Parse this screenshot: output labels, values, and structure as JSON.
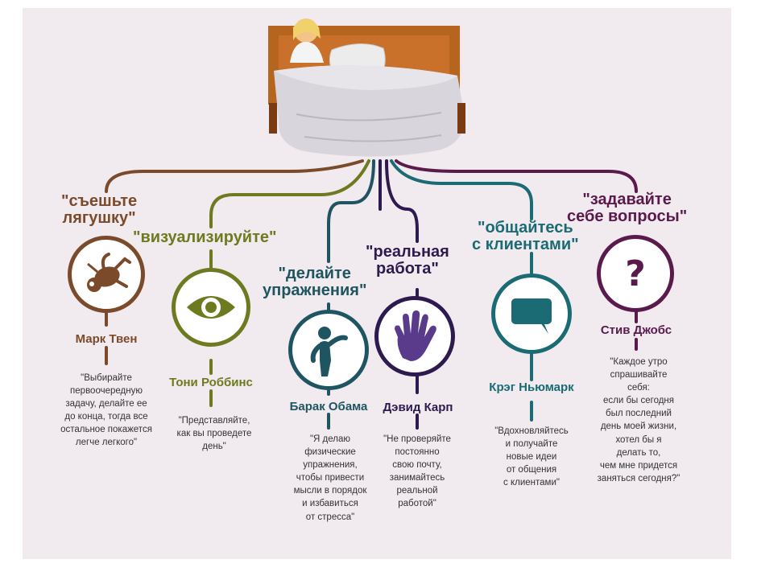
{
  "colors": {
    "background": "#f1eaef",
    "twain": "#7a4a2a",
    "robbins": "#6e7a1f",
    "obama": "#1e5560",
    "karp": "#2d1a4f",
    "newmark": "#1a6b74",
    "jobs": "#5b1a4c"
  },
  "branches": [
    {
      "id": "twain",
      "tip": "\"съешьте\nлягушку\"",
      "person": "Марк Твен",
      "quote": "\"Выбирайте\nпервоочередную\nзадачу, делайте ее\nдо конца, тогда все\nостальное покажется\nлегче легкого\"",
      "icon": "monkey-icon"
    },
    {
      "id": "robbins",
      "tip": "\"визуализируйте\"",
      "person": "Тони Роббинс",
      "quote": "\"Представляйте,\nкак вы проведете\nдень\"",
      "icon": "eye-icon"
    },
    {
      "id": "obama",
      "tip": "\"делайте\nупражнения\"",
      "person": "Барак Обама",
      "quote": "\"Я делаю\nфизические\nупражнения,\nчтобы привести\nмысли в порядок\nи избавиться\nот стресса\"",
      "icon": "exercise-icon"
    },
    {
      "id": "karp",
      "tip": "\"реальная\nработа\"",
      "person": "Дэвид Карп",
      "quote": "\"Не проверяйте\nпостоянно\nсвою почту,\nзанимайтесь\nреальной\nработой\"",
      "icon": "hand-icon"
    },
    {
      "id": "newmark",
      "tip": "\"общайтесь\nс клиентами\"",
      "person": "Крэг Ньюмарк",
      "quote": "\"Вдохновляйтесь\nи получайте\nновые идеи\nот общения\nс клиентами\"",
      "icon": "chat-icon"
    },
    {
      "id": "jobs",
      "tip": "\"задавайте\nсебе вопросы\"",
      "person": "Стив Джобс",
      "quote": "\"Каждое утро\nспрашивайте\nсебя:\nесли бы сегодня\nбыл последний\nдень моей жизни,\nхотел бы я\nделать то,\nчем мне придется\nзаняться сегодня?\"",
      "icon": "question-icon"
    }
  ]
}
